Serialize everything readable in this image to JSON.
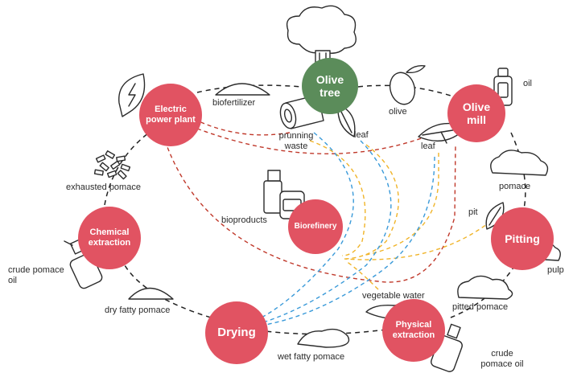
{
  "nodes": {
    "olive_tree": "Olive tree",
    "olive_mill": "Olive mill",
    "pitting": "Pitting",
    "physical_extraction": "Physical extraction",
    "drying": "Drying",
    "chemical_extraction": "Chemical extraction",
    "electric_power_plant": "Electric power plant",
    "biorefinery": "Biorefinery"
  },
  "labels": {
    "olive": "olive",
    "oil": "oil",
    "leaf_mill": "leaf",
    "leaf_tree": "leaf",
    "pomace": "pomace",
    "pit": "pit",
    "pulp": "pulp",
    "pitted_pomace": "pitted pomace",
    "vegetable_water": "vegetable water",
    "crude_pomace_oil_right": "crude pomace oil",
    "wet_fatty_pomace": "wet fatty pomace",
    "dry_fatty_pomace": "dry fatty pomace",
    "crude_pomace_oil_left": "crude pomace oil",
    "exhausted_pomace": "exhausted pomace",
    "biofertilizer": "biofertilizer",
    "prunning_waste": "prunning waste",
    "bioproducts": "bioproducts"
  },
  "colors": {
    "node_red": "#e15362",
    "node_green": "#5b8c5a",
    "link_red": "#c0392b",
    "link_yellow": "#f0b429",
    "link_blue": "#3a9ad9",
    "cycle_black": "#222222"
  },
  "icons": [
    "cloud-tree-icon",
    "olive-icon",
    "oil-bottle-icon",
    "leaf-icon",
    "pomace-pile-icon",
    "pit-icon",
    "pulp-icon",
    "log-icon",
    "leaf-lightning-icon",
    "pellets-icon",
    "sand-pile-icon",
    "spray-bottle-icon",
    "jar-icon",
    "puddle-icon"
  ]
}
